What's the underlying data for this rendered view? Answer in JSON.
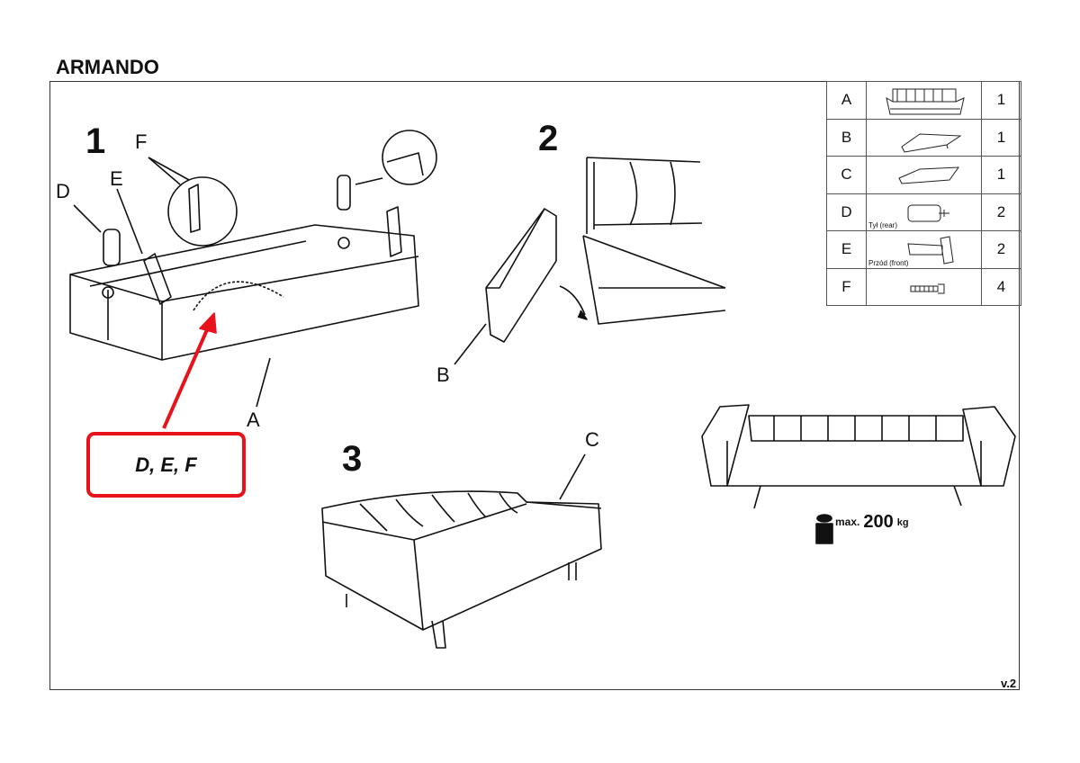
{
  "title": "ARMANDO",
  "steps": [
    "1",
    "2",
    "3"
  ],
  "labels": {
    "A": "A",
    "B": "B",
    "C": "C",
    "D": "D",
    "E": "E",
    "F": "F"
  },
  "callout": {
    "text": "D, E, F",
    "color": "#e8121b"
  },
  "parts": [
    {
      "letter": "A",
      "qty": "1",
      "icon": "sofa-frame-icon",
      "note": ""
    },
    {
      "letter": "B",
      "qty": "1",
      "icon": "backrest-cushion-icon",
      "note": ""
    },
    {
      "letter": "C",
      "qty": "1",
      "icon": "armrest-cushion-icon",
      "note": ""
    },
    {
      "letter": "D",
      "qty": "2",
      "icon": "cylindrical-leg-icon",
      "note": "Tył (rear)"
    },
    {
      "letter": "E",
      "qty": "2",
      "icon": "angled-leg-icon",
      "note": "Przód (front)"
    },
    {
      "letter": "F",
      "qty": "4",
      "icon": "screw-icon",
      "note": ""
    }
  ],
  "max_load": {
    "prefix": "max.",
    "value": "200",
    "unit": "kg"
  },
  "version": "v.2"
}
